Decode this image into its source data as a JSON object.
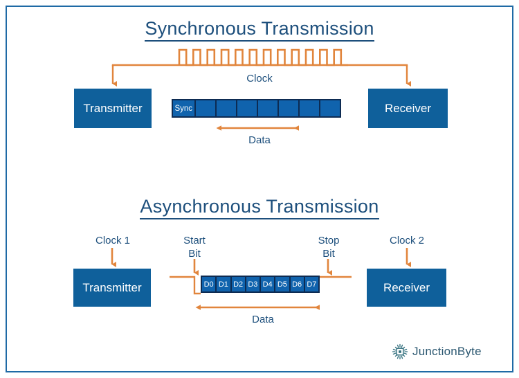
{
  "page": {
    "background": "#ffffff",
    "border_color": "#1f6aa5",
    "accent_orange": "#E1853C",
    "node_blue": "#0f609b",
    "title_blue": "#1d4f7c",
    "cell_blue": "#1063ad",
    "cell_border": "#0d2b52"
  },
  "synchronous": {
    "title": "Synchronous Transmission",
    "clock_label": "Clock",
    "clock_waveform": {
      "icon": "square-wave-icon",
      "pulses": 12
    },
    "transmitter_label": "Transmitter",
    "receiver_label": "Receiver",
    "data_label": "Data",
    "frame": {
      "cells": [
        "Sync",
        "",
        "",
        "",
        "",
        "",
        "",
        ""
      ]
    }
  },
  "asynchronous": {
    "title": "Asynchronous Transmission",
    "clock1_label": "Clock 1",
    "clock2_label": "Clock 2",
    "start_bit_line1": "Start",
    "start_bit_line2": "Bit",
    "stop_bit_line1": "Stop",
    "stop_bit_line2": "Bit",
    "transmitter_label": "Transmitter",
    "receiver_label": "Receiver",
    "data_label": "Data",
    "frame": {
      "cells": [
        "D0",
        "D1",
        "D2",
        "D3",
        "D4",
        "D5",
        "D6",
        "D7"
      ]
    }
  },
  "logo": {
    "icon": "chip-icon",
    "text": "JunctionByte"
  }
}
